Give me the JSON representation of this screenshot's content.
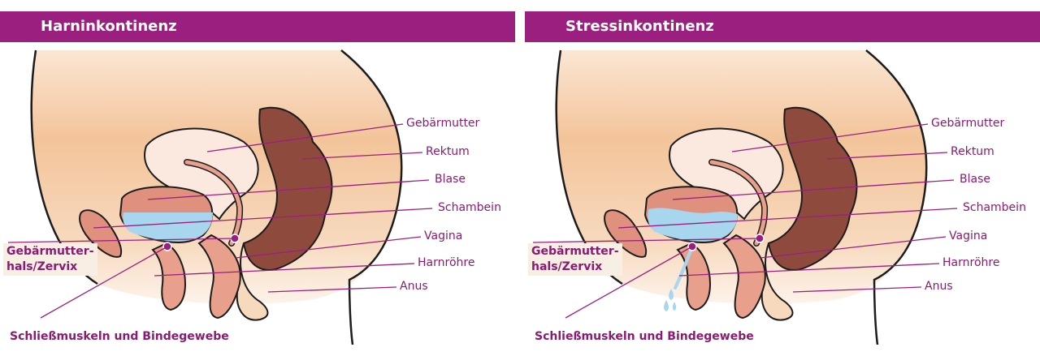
{
  "panels": [
    {
      "title": "Harninkontinenz",
      "labels": {
        "uterus": "Gebärmutter",
        "rectum": "Rektum",
        "bladder": "Blase",
        "pubic_bone": "Schambein",
        "vagina": "Vagina",
        "urethra": "Harnröhre",
        "anus": "Anus",
        "cervix": "Gebärmutter-\nhals/Zervix",
        "sphincter": "Schließmuskeln und Bindegewebe"
      }
    },
    {
      "title": "Stressinkontinenz",
      "labels": {
        "uterus": "Gebärmutter",
        "rectum": "Rektum",
        "bladder": "Blase",
        "pubic_bone": "Schambein",
        "vagina": "Vagina",
        "urethra": "Harnröhre",
        "anus": "Anus",
        "cervix": "Gebärmutter-\nhals/Zervix",
        "sphincter": "Schließmuskeln und Bindegewebe"
      }
    }
  ],
  "colors": {
    "header": "#9b1f7e",
    "label": "#8a1a72",
    "skin": "#f3c49a",
    "rectum": "#8f4a3e",
    "tissue": "#e8a08c",
    "urine": "#a9d6ef"
  }
}
